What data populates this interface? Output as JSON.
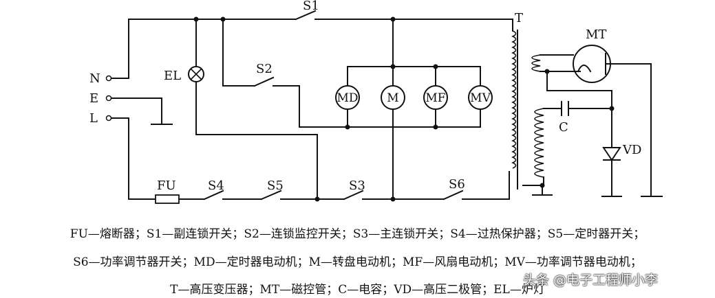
{
  "labels": {
    "N": "N",
    "E": "E",
    "L": "L",
    "S1": "S1",
    "S2": "S2",
    "S3": "S3",
    "S4": "S4",
    "S5": "S5",
    "S6": "S6",
    "EL": "EL",
    "FU": "FU",
    "T": "T",
    "MT": "MT",
    "C": "C",
    "VD": "VD",
    "MD": "MD",
    "M": "M",
    "MF": "MF",
    "MV": "MV"
  },
  "legend": [
    "FU—熔断器；S1—副连锁开关；S2—连锁监控开关；S3—主连锁开关；S4—过热保护器；S5—定时器开关；",
    "S6—功率调节器开关；MD—定时器电动机；M—转盘电动机；MF—风扇电动机；MV—功率调节器电动机；",
    "T—高压变压器；MT—磁控管；C—电容；VD—高压二极管；EL—炉灯"
  ],
  "watermark": "头条 @电子工程师小李"
}
